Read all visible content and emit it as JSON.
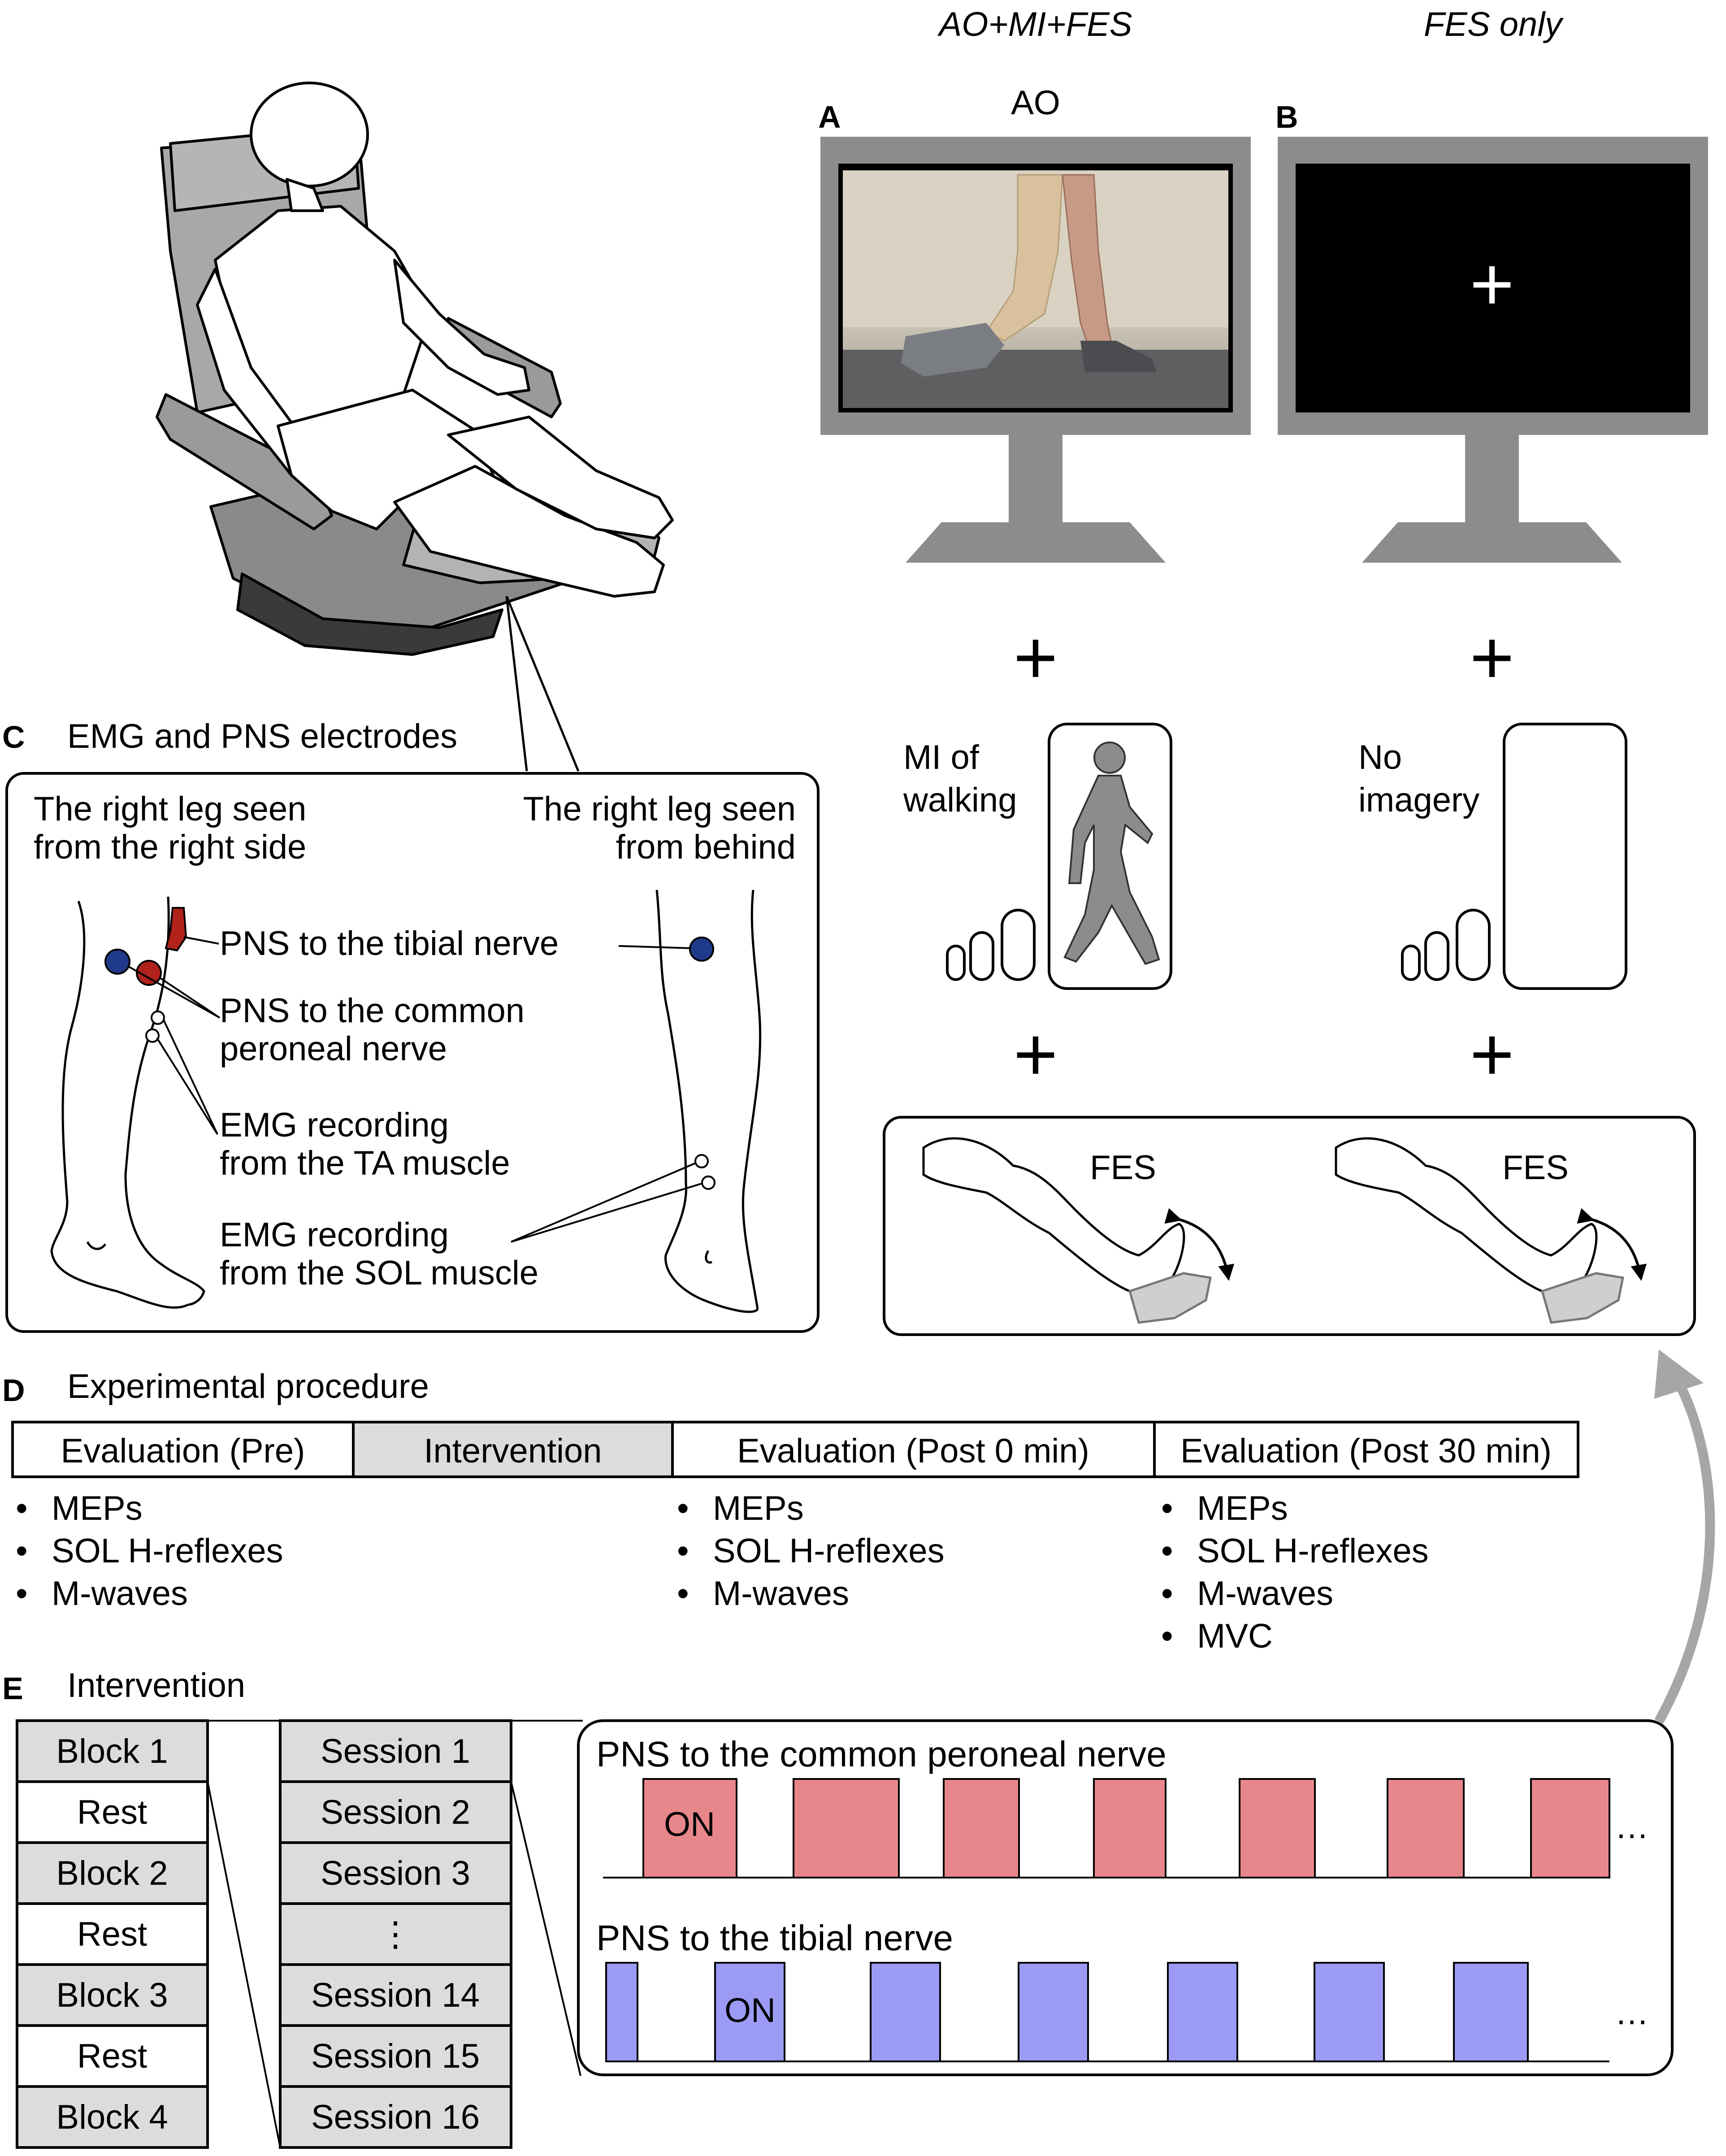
{
  "header": {
    "condition_left": "AO+MI+FES",
    "condition_right": "FES only"
  },
  "panel_a": {
    "letter": "A",
    "title": "AO"
  },
  "panel_b": {
    "letter": "B",
    "fixation_symbol": "+"
  },
  "plus_symbol": "+",
  "mi": {
    "left_label_line1": "MI of",
    "left_label_line2": "walking",
    "right_label_line1": "No",
    "right_label_line2": "imagery"
  },
  "fes": {
    "label": "FES"
  },
  "panel_c": {
    "letter": "C",
    "title": "EMG and PNS electrodes",
    "side_label_line1": "The right leg seen",
    "side_label_line2": "from the right side",
    "behind_label_line1": "The right leg seen",
    "behind_label_line2": "from behind",
    "tibial": "PNS to the tibial nerve",
    "peroneal_line1": "PNS to the common",
    "peroneal_line2": "peroneal  nerve",
    "ta_line1": "EMG recording",
    "ta_line2": "from the TA muscle",
    "sol_line1": "EMG recording",
    "sol_line2": "from the SOL muscle"
  },
  "panel_d": {
    "letter": "D",
    "title": "Experimental procedure",
    "phases": [
      {
        "label": "Evaluation (Pre)",
        "items": [
          "MEPs",
          "SOL H-reflexes",
          "M-waves"
        ]
      },
      {
        "label": "Intervention",
        "items": []
      },
      {
        "label": "Evaluation (Post 0 min)",
        "items": [
          "MEPs",
          "SOL H-reflexes",
          "M-waves"
        ]
      },
      {
        "label": "Evaluation (Post 30 min)",
        "items": [
          "MEPs",
          "SOL H-reflexes",
          "M-waves",
          "MVC"
        ]
      }
    ],
    "bullet": "•"
  },
  "panel_e": {
    "letter": "E",
    "title": "Intervention",
    "blocks": [
      "Block 1",
      "Rest",
      "Block 2",
      "Rest",
      "Block 3",
      "Rest",
      "Block 4"
    ],
    "sessions": [
      "Session 1",
      "Session 2",
      "Session 3",
      "⋮",
      "Session 14",
      "Session 15",
      "Session 16"
    ],
    "peroneal_title": "PNS to the common peroneal  nerve",
    "tibial_title": "PNS to the tibial nerve",
    "on_label": "ON",
    "ellipsis": "…"
  },
  "colors": {
    "gray_fill": "#dcdcdc",
    "monitor_gray": "#8c8c8c",
    "peroneal_pulse": "#e8878b",
    "tibial_pulse": "#9b9bf5",
    "electrode_blue": "#1f3a8a",
    "electrode_red": "#b0221a",
    "arrow_gray": "#a6a6a6"
  }
}
